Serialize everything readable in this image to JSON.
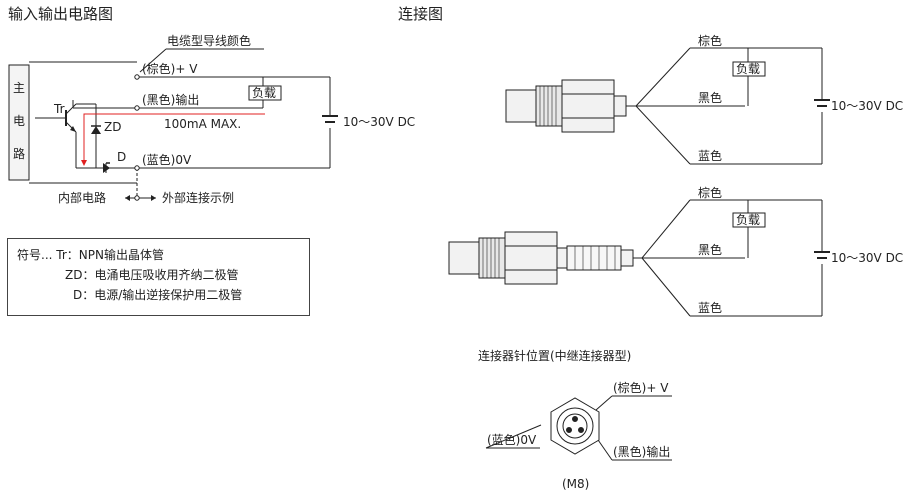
{
  "titles": {
    "circuit": "输入输出电路图",
    "connection": "连接图"
  },
  "circuit": {
    "wire_color_caption": "电缆型导线颜色",
    "main_circuit_chars": [
      "主",
      "电",
      "路"
    ],
    "brown_label": "(棕色)+ V",
    "black_label": "(黑色)输出",
    "blue_label": "(蓝色)0V",
    "load": "负载",
    "tr": "Tr",
    "zd": "ZD",
    "d": "D",
    "max_current": "100mA MAX.",
    "supply": "10～30V DC",
    "internal": "内部电路",
    "external": "外部连接示例"
  },
  "legend": {
    "lines": [
      "符号...  Tr：NPN输出晶体管",
      "ZD：电涌电压吸收用齐纳二极管",
      "D：电源/输出逆接保护用二极管"
    ]
  },
  "connection": {
    "diagrams": [
      {
        "brown": "棕色",
        "black": "黑色",
        "blue": "蓝色",
        "load": "负载",
        "supply": "10～30V DC"
      },
      {
        "brown": "棕色",
        "black": "黑色",
        "blue": "蓝色",
        "load": "负载",
        "supply": "10～30V DC"
      }
    ]
  },
  "pin_layout": {
    "title": "连接器针位置(中继连接器型)",
    "brown": "(棕色)+ V",
    "blue": "(蓝色)0V",
    "black": "(黑色)输出",
    "model": "(M8)"
  },
  "colors": {
    "line": "#222222",
    "current_arrow": "#e02020",
    "sensor_body": "#f2f2f2"
  }
}
